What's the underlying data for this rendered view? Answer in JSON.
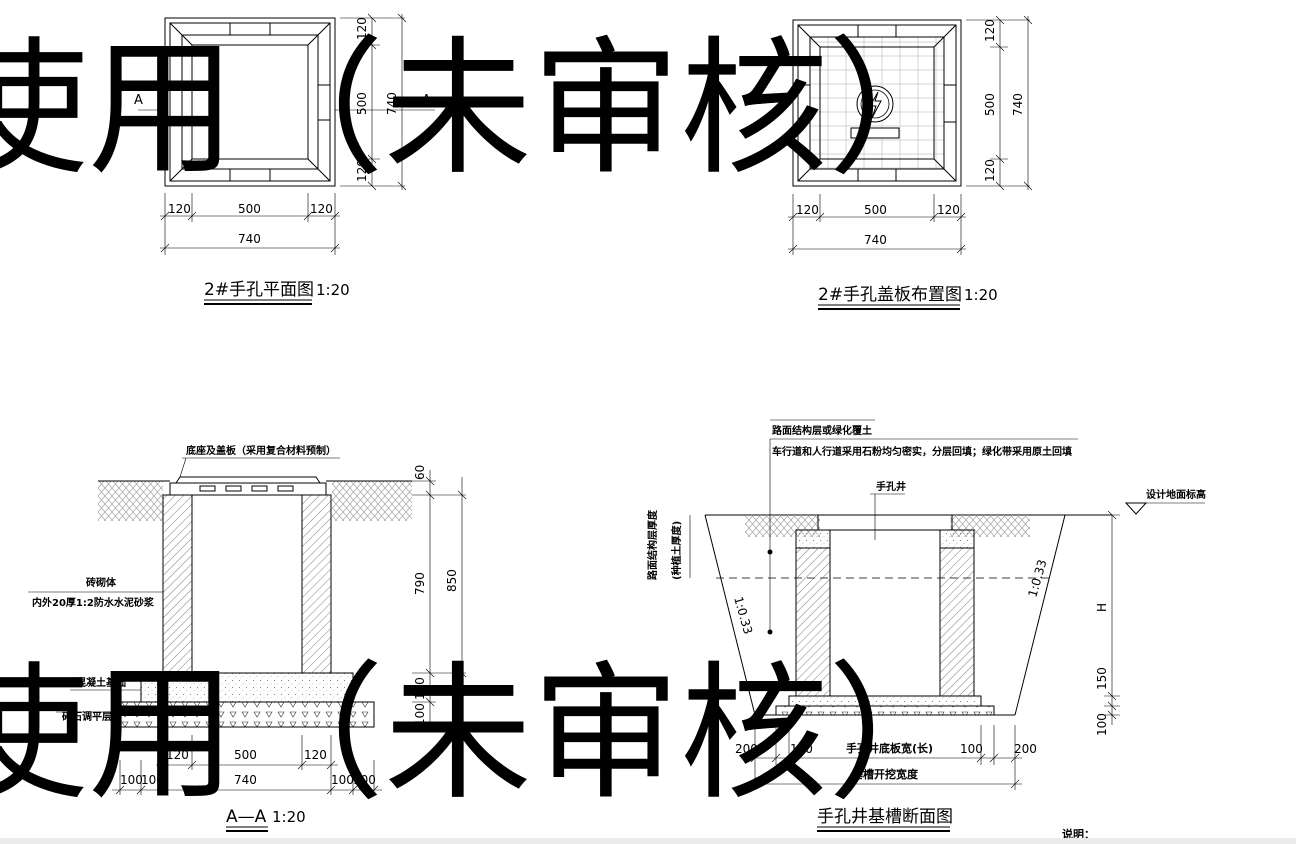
{
  "watermark": {
    "text": "使用（未审核）"
  },
  "plan": {
    "title": "2#手孔平面图",
    "scale": "1:20",
    "section_mark": "A",
    "dims": {
      "side": "120",
      "inner": "500",
      "total": "740"
    }
  },
  "cover": {
    "title": "2#手孔盖板布置图",
    "scale": "1:20",
    "dims": {
      "side": "120",
      "inner": "500",
      "total": "740"
    }
  },
  "section": {
    "title": "A—A",
    "scale": "1:20",
    "label_cover": "底座及盖板（采用复合材料预制）",
    "label_wall": "砖砌体",
    "label_plaster": "内外20厚1:2防水水泥砂浆",
    "label_concrete": "混凝土基础",
    "label_gravel": "碎石调平层",
    "dims": {
      "top": "60",
      "inner_h": "790",
      "total_h": "850",
      "base": "150",
      "gravel": "100",
      "wall": "120",
      "inner_w": "500",
      "total_w": "740",
      "ext": "100"
    }
  },
  "trench": {
    "title": "手孔井基槽断面图",
    "label_top1": "路面结构层或绿化覆土",
    "label_top2": "车行道和人行道采用石粉均匀密实，分层回填；绿化带采用原土回填",
    "label_well": "手孔井",
    "label_ground": "设计地面标高",
    "label_layer": "路面结构层厚度",
    "label_layer2": "(种植土厚度)",
    "slope": "1:0.33",
    "height": "H",
    "dims": {
      "side": "200",
      "gap": "100",
      "base_width": "手孔井底板宽(长)",
      "excavation": "基槽开挖宽度",
      "base_h": "150",
      "gravel_h": "100"
    }
  },
  "notes_label": "说明："
}
